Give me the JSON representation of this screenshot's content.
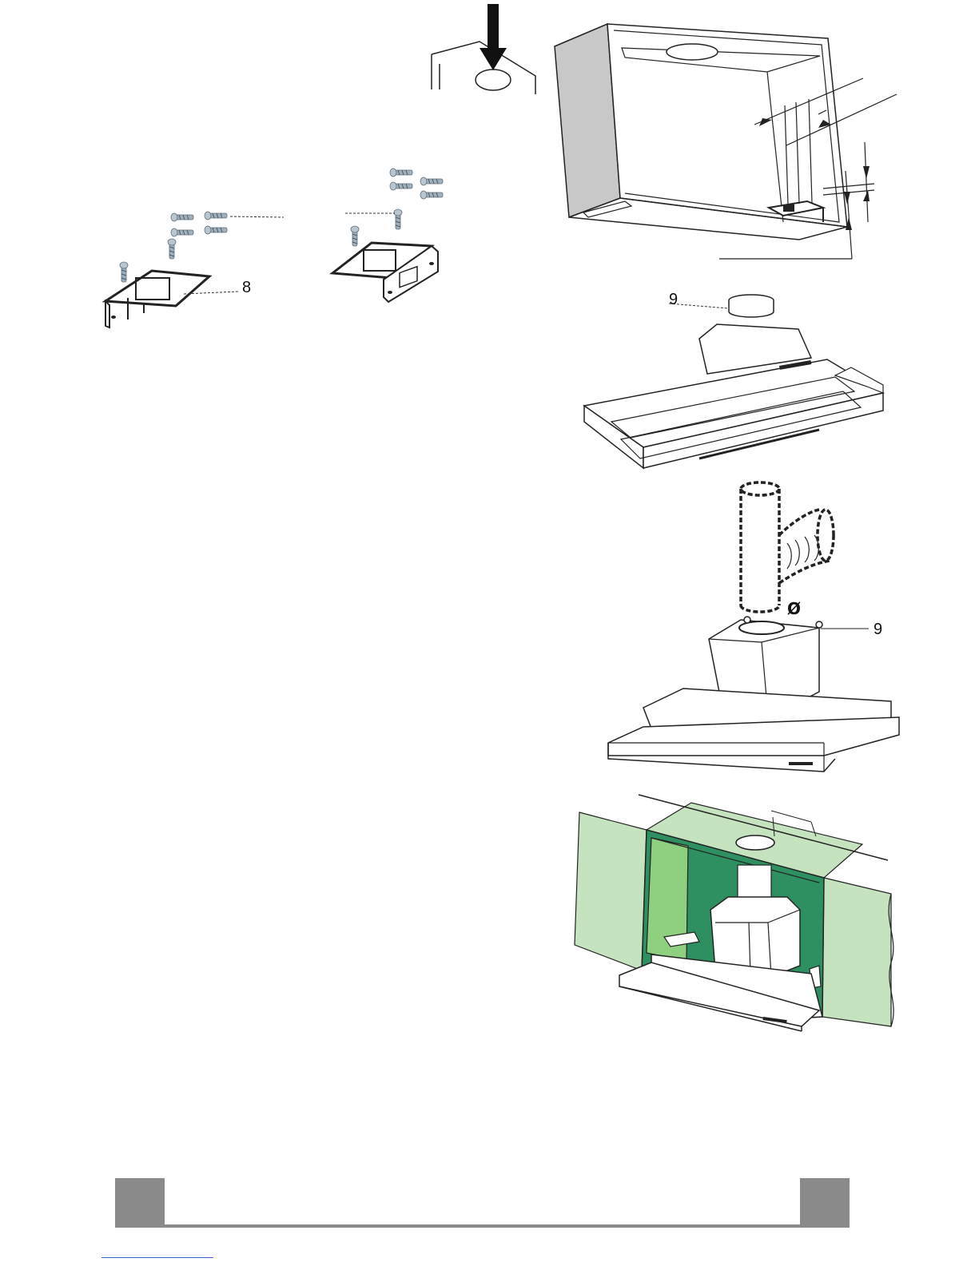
{
  "callouts": {
    "bracket_part": "8",
    "adapter_part_top": "9",
    "adapter_part_bottom": "9",
    "diameter_symbol": "Ø"
  },
  "colors": {
    "wall": "#c6e3c0",
    "cabinet_side": "#8ed07f",
    "cabinet_back": "#2e9060",
    "footer_tab": "#8a8a8a",
    "link_rule": "#3a5fd0",
    "hood_side_panel": "#c8c8c8"
  },
  "icons": {
    "screw": "screw-icon",
    "arrow": "down-arrow-icon"
  }
}
